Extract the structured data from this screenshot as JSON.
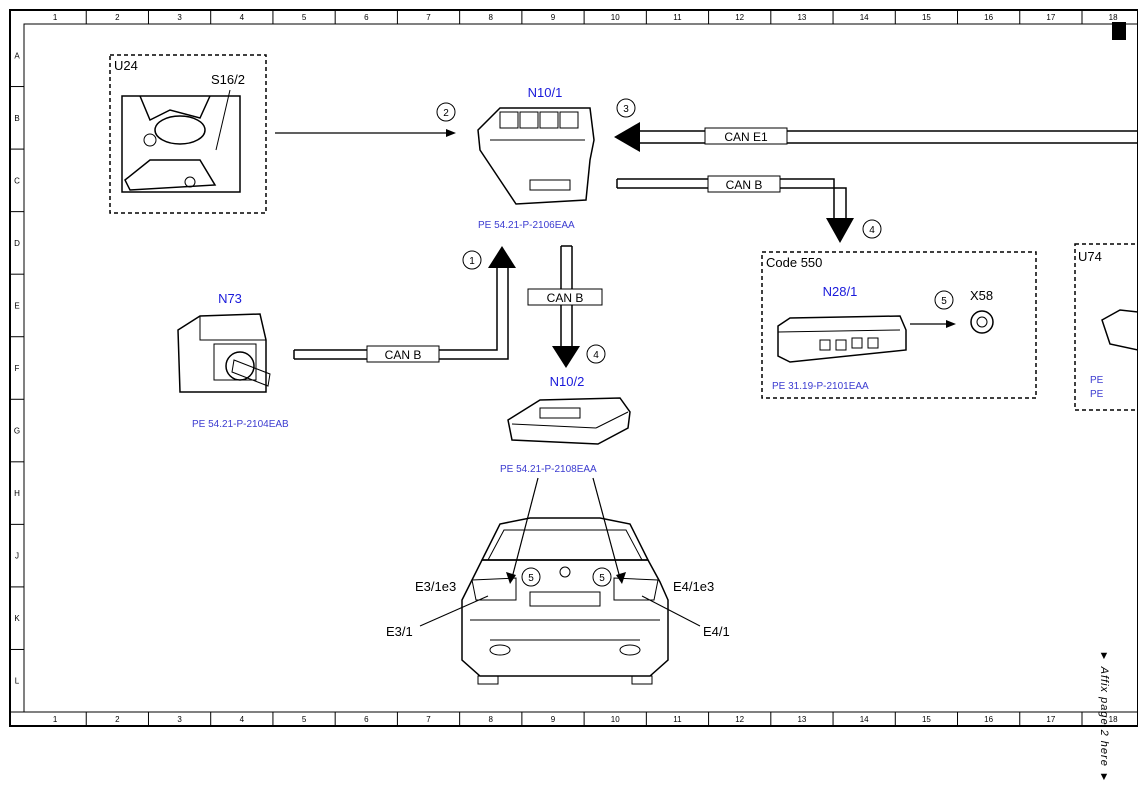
{
  "grid": {
    "columns": [
      "1",
      "2",
      "3",
      "4",
      "5",
      "6",
      "7",
      "8",
      "9",
      "10",
      "11",
      "12",
      "13",
      "14",
      "15",
      "16",
      "17",
      "18"
    ],
    "rows": [
      "A",
      "B",
      "C",
      "D",
      "E",
      "F",
      "G",
      "H",
      "J",
      "K",
      "L"
    ]
  },
  "components": {
    "u24": "U24",
    "s16_2": "S16/2",
    "n10_1": "N10/1",
    "n73": "N73",
    "n10_2": "N10/2",
    "code550": "Code 550",
    "n28_1": "N28/1",
    "x58": "X58",
    "u74": "U74",
    "e3_1e3": "E3/1e3",
    "e4_1e3": "E4/1e3",
    "e3_1": "E3/1",
    "e4_1": "E4/1"
  },
  "refs": {
    "n10_1": "PE 54.21-P-2106EAA",
    "n73": "PE 54.21-P-2104EAB",
    "n10_2": "PE 54.21-P-2108EAA",
    "n28_1": "PE 31.19-P-2101EAA",
    "u74_a": "PE",
    "u74_b": "PE"
  },
  "buses": {
    "can_e1": "CAN E1",
    "can_b_top": "CAN B",
    "can_b_mid": "CAN B",
    "can_b_left": "CAN B"
  },
  "steps": {
    "s1": "1",
    "s2": "2",
    "s3": "3",
    "s4a": "4",
    "s4b": "4",
    "s5a": "5",
    "s5b": "5",
    "s5c": "5"
  },
  "footer": {
    "affix": "▼ Affix page 2 here ▼"
  },
  "colors": {
    "line": "#000000",
    "blue_label": "#1a1adb",
    "ref_text": "#3b3bd0"
  }
}
